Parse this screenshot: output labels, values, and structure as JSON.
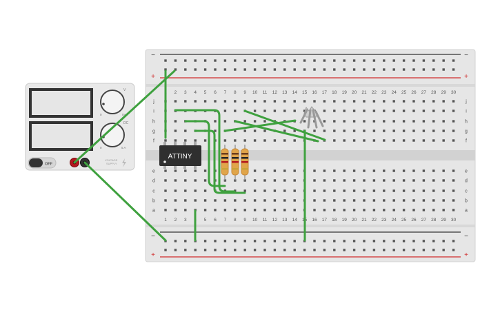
{
  "power_supply": {
    "off_label": "OFF",
    "voltage_label": "VOLTAGE\nSUPPLY",
    "knob_top_label": "V",
    "knob_bottom_label": "DC",
    "knob_top_min": "0",
    "knob_top_max": "5V",
    "knob_bottom_min": "0",
    "knob_bottom_max": "5 A",
    "knob_top_badge": "0",
    "knob_bottom_badge": "0"
  },
  "breadboard": {
    "columns": [
      "1",
      "2",
      "3",
      "4",
      "5",
      "6",
      "7",
      "8",
      "9",
      "10",
      "11",
      "12",
      "13",
      "14",
      "15",
      "16",
      "17",
      "18",
      "19",
      "20",
      "21",
      "22",
      "23",
      "24",
      "25",
      "26",
      "27",
      "28",
      "29",
      "30"
    ],
    "rows_top": [
      "j",
      "i",
      "h",
      "g",
      "f"
    ],
    "rows_bottom": [
      "e",
      "d",
      "c",
      "b",
      "a"
    ],
    "rail_minus": "−",
    "rail_plus": "+"
  },
  "chip": {
    "label": "ATTINY"
  },
  "colors": {
    "wire": "#3fa13f",
    "rail_red": "#d02b2b",
    "rail_black": "#333333",
    "board": "#e6e6e6",
    "chip": "#2f2f2f",
    "resistor": "#e0a54a",
    "terminal_red": "#b3191f",
    "terminal_black": "#333333"
  },
  "icons": {
    "supply_lightning": "lightning-icon",
    "rgb_led": "rgb-led-icon"
  }
}
